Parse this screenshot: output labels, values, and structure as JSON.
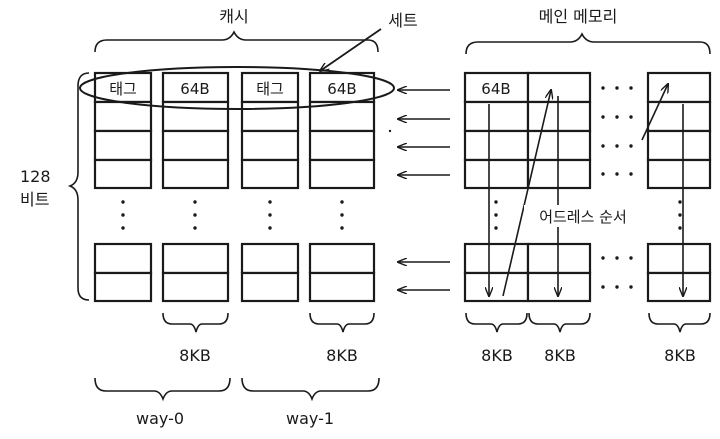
{
  "labels": {
    "cache": "캐시",
    "set": "세트",
    "main_memory": "메인 메모리",
    "bits_value": "128",
    "bits_unit": "비트",
    "tag_a": "태그",
    "line_a": "64B",
    "tag_b": "태그",
    "line_b": "64B",
    "mem_line": "64B",
    "address_order": "어드레스 순서",
    "size_way0_line": "8KB",
    "size_way1_line": "8KB",
    "mem_size_1": "8KB",
    "mem_size_2": "8KB",
    "mem_size_3": "8KB",
    "way0": "way-0",
    "way1": "way-1"
  }
}
